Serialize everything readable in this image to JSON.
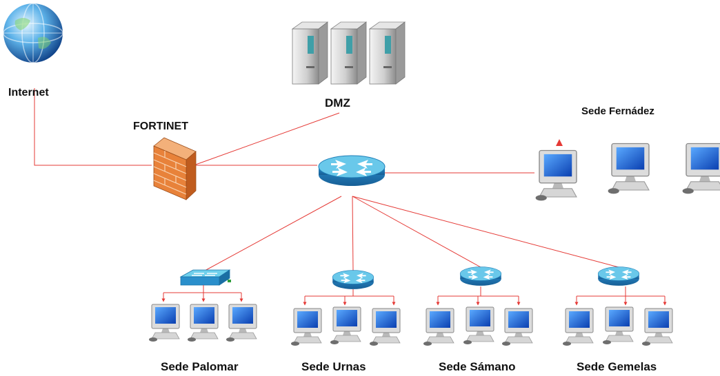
{
  "labels": {
    "internet": "Internet",
    "dmz": "DMZ",
    "firewall": "FORTINET",
    "sede_fernandez": "Sede Fernádez",
    "sede_palomar": "Sede Palomar",
    "sede_urnas": "Sede Urnas",
    "sede_samano": "Sede Sámano",
    "sede_gemelas": "Sede Gemelas"
  },
  "colors": {
    "link": "#e53935",
    "router_top": "#5fc4e8",
    "router_body": "#1f7fb8",
    "brick": "#e8823a",
    "monitor_screen": "#1a66d6"
  },
  "icons": {
    "internet": "globe-icon",
    "dmz": "server-tower-icon",
    "firewall": "brick-firewall-icon",
    "core": "router-icon",
    "switch": "switch-icon",
    "pc": "desktop-pc-icon"
  }
}
